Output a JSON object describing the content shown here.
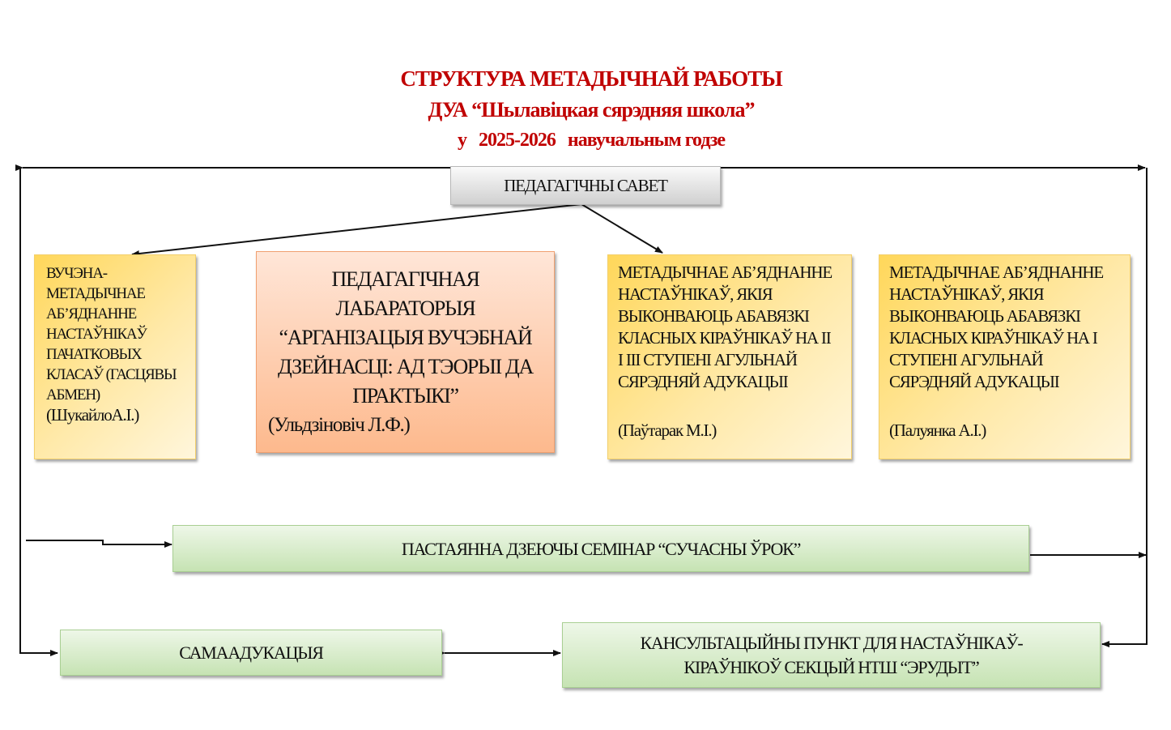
{
  "title": {
    "line1": "СТРУКТУРА МЕТАДЫЧНАЙ РАБОТЫ",
    "line2": "ДУА “Шылавіцкая сярэдняя школа”",
    "line3": "у   2025-2026   навучальным годзе"
  },
  "council": "ПЕДАГАГІЧНЫ САВЕТ",
  "boxes": [
    {
      "lines": [
        "ВУЧЭНА-",
        "МЕТАДЫЧНАЕ",
        "АБ’ЯДНАННЕ",
        "НАСТАЎНІКАЎ",
        "ПАЧАТКОВЫХ",
        "КЛАСАЎ (ГАСЦЯВЫ",
        "АБМЕН)"
      ],
      "lead": "(ШукайлоА.І.)"
    },
    {
      "lines": [
        "ПЕДАГАГІЧНАЯ",
        "ЛАБАРАТОРЫЯ",
        "“АРГАНІЗАЦЫЯ ВУЧЭБНАЙ",
        "ДЗЕЙНАСЦІ: АД ТЭОРЫІ ДА",
        "ПРАКТЫКІ”"
      ],
      "lead": "(Ульдзіновіч Л.Ф.)"
    },
    {
      "lines": [
        "МЕТАДЫЧНАЕ АБ’ЯДНАННЕ",
        "НАСТАЎНІКАЎ, ЯКІЯ",
        "ВЫКОНВАЮЦЬ АБАВЯЗКІ",
        "КЛАСНЫХ КІРАЎНІКАЎ НА ІІ",
        "І ІІІ СТУПЕНІ АГУЛЬНАЙ",
        "СЯРЭДНЯЙ АДУКАЦЫІ"
      ],
      "lead": "(Паўтарак М.І.)"
    },
    {
      "lines": [
        "МЕТАДЫЧНАЕ АБ’ЯДНАННЕ",
        "НАСТАЎНІКАЎ, ЯКІЯ",
        "ВЫКОНВАЮЦЬ АБАВЯЗКІ",
        "КЛАСНЫХ КІРАЎНІКАЎ НА І",
        "СТУПЕНІ АГУЛЬНАЙ",
        "СЯРЭДНЯЙ АДУКАЦЫІ"
      ],
      "lead": "(Палуянка А.І.)"
    }
  ],
  "seminar": "ПАСТАЯННА ДЗЕЮЧЫ СЕМІНАР “СУЧАСНЫ ЎРОК”",
  "self_education": "САМААДУКАЦЫЯ",
  "consult": {
    "line1": "КАНСУЛЬТАЦЫЙНЫ ПУНКТ ДЛЯ НАСТАЎНІКАЎ-",
    "line2": "КІРАЎНІКОЎ СЕКЦЫЙ НТШ “ЭРУДЫТ”"
  }
}
